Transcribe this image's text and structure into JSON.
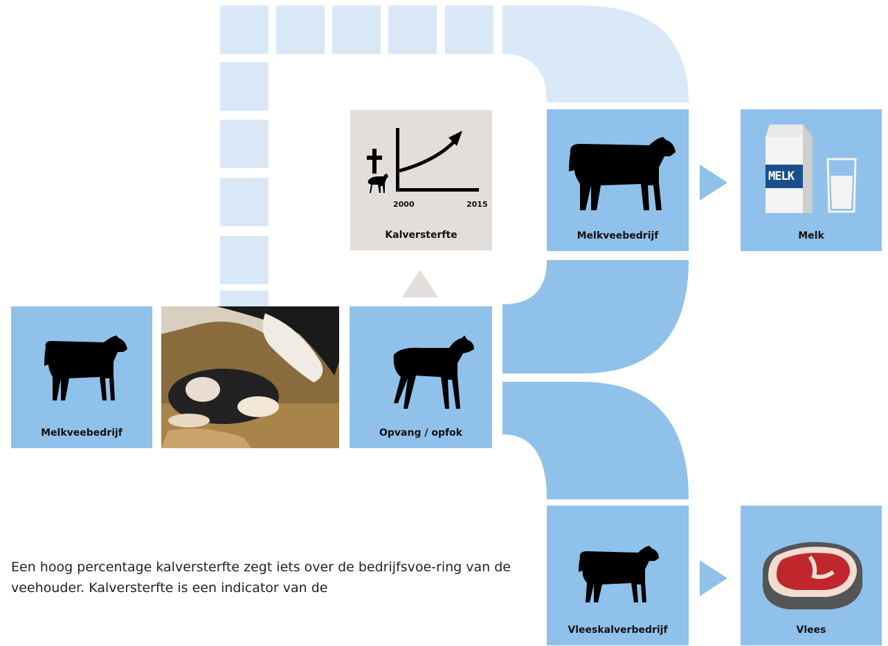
{
  "nodes": {
    "melkveebedrijf_left": "Melkveebedrijf",
    "opvang": "Opvang / opfok",
    "kalversterfte": "Kalversterfte",
    "melkveebedrijf_right": "Melkveebedrijf",
    "melk": "Melk",
    "vleeskalverbedrijf": "Vleeskalverbedrijf",
    "vlees": "Vlees"
  },
  "chart_icon": {
    "year_start": "2000",
    "year_end": "2015"
  },
  "carton_label": "MELK",
  "body_text": "Een hoog percentage kalversterfte zegt iets over de bedrijfsvoe-ring van de veehouder. Kalversterfte is een indicator van de",
  "colors": {
    "box_blue": "#8fc1ea",
    "light_blue": "#d9e8f7",
    "gray_box": "#e2dedb",
    "milk_label": "#1a4f8c",
    "meat_red": "#c0272d"
  },
  "icons": [
    "cow-icon",
    "calf-icon",
    "cross-icon",
    "growth-chart-icon",
    "milk-carton-icon",
    "glass-of-milk-icon",
    "steak-icon",
    "arrow-right-icon",
    "arrow-up-icon",
    "calf-birth-photo"
  ]
}
